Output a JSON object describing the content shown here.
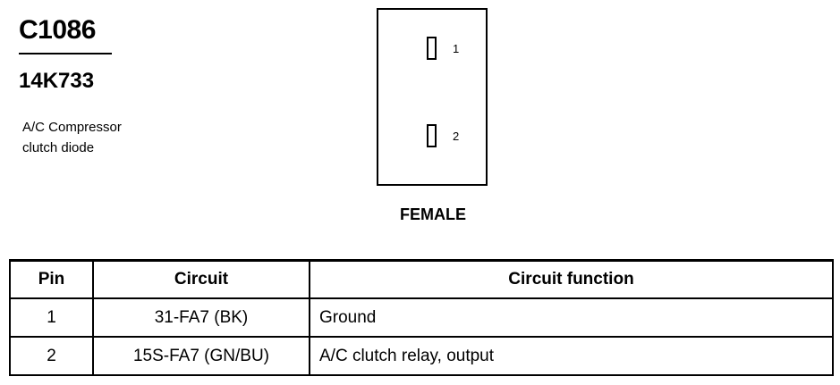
{
  "connector": {
    "id": "C1086",
    "part_number": "14K733",
    "description_lines": [
      "A/C Compressor",
      "clutch diode"
    ],
    "view": "FEMALE",
    "pins": [
      {
        "label": "1"
      },
      {
        "label": "2"
      }
    ]
  },
  "table": {
    "headers": [
      "Pin",
      "Circuit",
      "Circuit function"
    ],
    "rows": [
      {
        "pin": "1",
        "circuit": "31-FA7 (BK)",
        "function": "Ground"
      },
      {
        "pin": "2",
        "circuit": "15S-FA7 (GN/BU)",
        "function": "A/C clutch relay, output"
      }
    ]
  }
}
